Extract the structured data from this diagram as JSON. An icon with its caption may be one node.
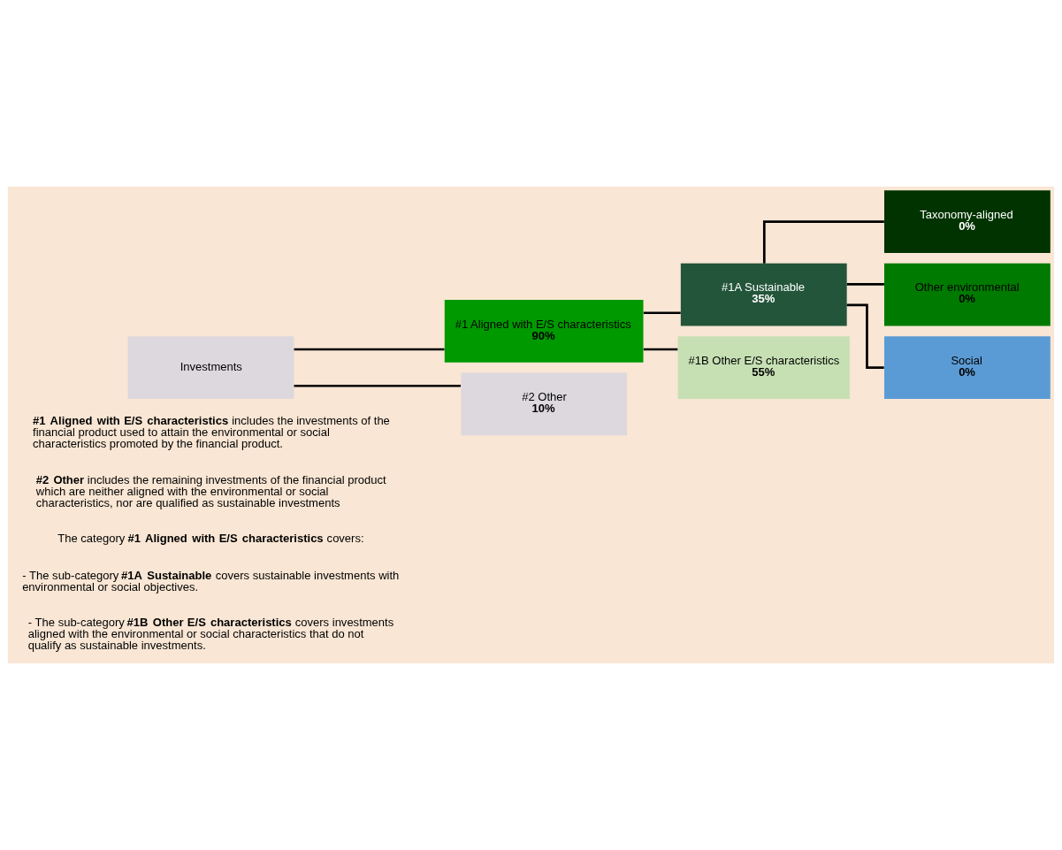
{
  "diagram": {
    "nodes": [
      {
        "text": [
          "Investments"
        ]
      },
      {
        "text": [
          "#1 Aligned with E/S characteristics",
          "90%"
        ]
      },
      {
        "text": [
          "#2 Other",
          "10%"
        ]
      },
      {
        "text": [
          "#1A Sustainable",
          "35%"
        ]
      },
      {
        "text": [
          "#1B Other E/S characteristics",
          "55%"
        ]
      },
      {
        "text": [
          "Taxonomy-aligned",
          "0%"
        ]
      },
      {
        "text": [
          "Other environmental",
          "0%"
        ]
      },
      {
        "text": [
          "Social",
          "0%"
        ]
      }
    ],
    "edges": [
      {
        "from": 0,
        "to": 1,
        "arrow": "none"
      },
      {
        "from": 0,
        "to": 2,
        "arrow": "none"
      },
      {
        "from": 1,
        "to": 3,
        "arrow": "none"
      },
      {
        "from": 1,
        "to": 4,
        "arrow": "none"
      },
      {
        "from": 3,
        "to": 5,
        "arrow": "none"
      },
      {
        "from": 3,
        "to": 6,
        "arrow": "none"
      },
      {
        "from": 3,
        "to": 7,
        "arrow": "none"
      }
    ],
    "labels": [
      "**#1 Aligned with E/S characteristics** includes the investments of the financial product used to attain the environmental or social characteristics promoted by the financial product.",
      "**#2 Other** includes the remaining investments of the financial product which are neither aligned with the environmental or social characteristics, nor are qualified as sustainable investments",
      "The category **#1 Aligned with E/S characteristics** covers:",
      "- The sub-category **#1A Sustainable** covers sustainable investments with environmental or social objectives.",
      "- The sub-category **#1B Other E/S characteristics** covers investments aligned with the environmental or social characteristics that do not qualify as sustainable investments."
    ]
  }
}
